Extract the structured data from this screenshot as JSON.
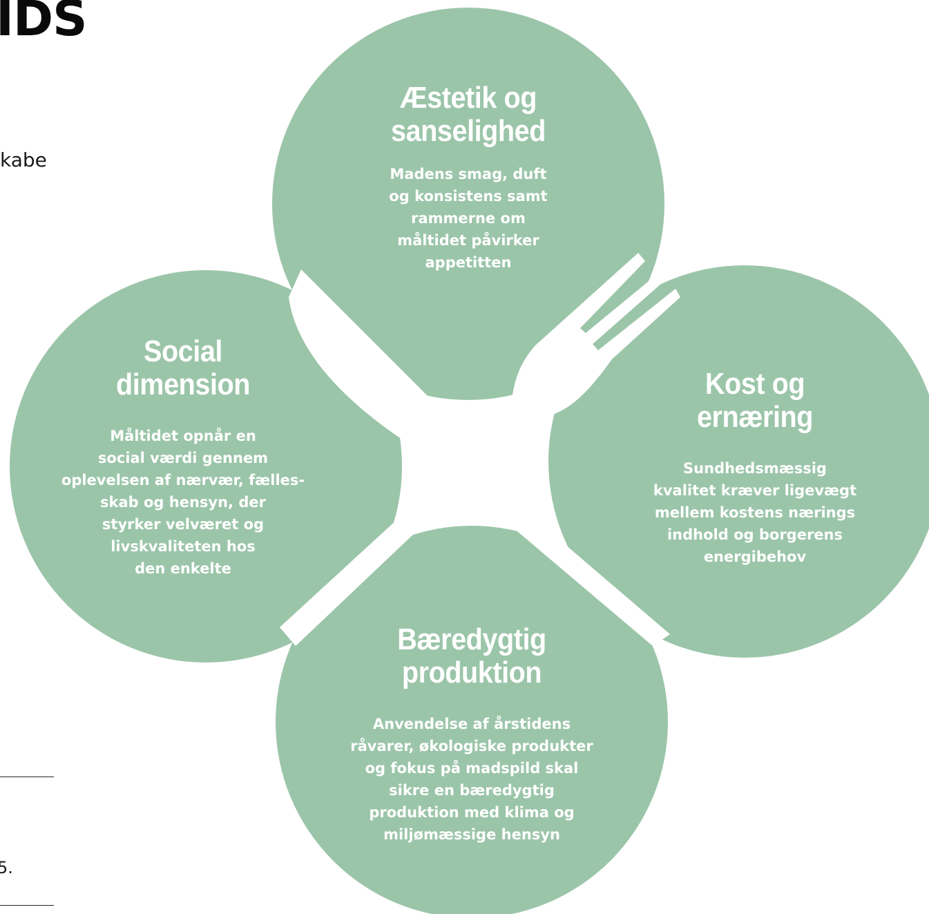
{
  "page": {
    "heading_fragment": "IDS",
    "body_fragment": "kabe",
    "footnote_fragment": "5."
  },
  "colors": {
    "circle_fill": "#9bc5a9",
    "text": "#ffffff",
    "cutlery": "#ffffff"
  },
  "icons": {
    "knife": "knife-icon",
    "fork": "fork-icon"
  },
  "quadrants": {
    "top": {
      "title": "Æstetik og\nsanselighed",
      "description": "Madens smag, duft\nog konsistens samt\nrammerne om\nmåltidet påvirker\nappetitten"
    },
    "left": {
      "title": "Social\ndimension",
      "description": "Måltidet opnår en\nsocial værdi gennem\noplevelsen af nærvær, fælles-\nskab og hensyn, der\nstyrker velværet og\nlivskvaliteten hos\nden enkelte"
    },
    "right": {
      "title": "Kost og\nernæring",
      "description": "Sundhedsmæssig\nkvalitet kræver ligevægt\nmellem kostens nærings\nindhold og borgerens\nenergibehov"
    },
    "bottom": {
      "title": "Bæredygtig\nproduktion",
      "description": "Anvendelse af årstidens\nråvarer, økologiske produkter\nog fokus på madspild skal\nsikre en bæredygtig\nproduktion med klima og\nmiljømæssige hensyn"
    }
  }
}
